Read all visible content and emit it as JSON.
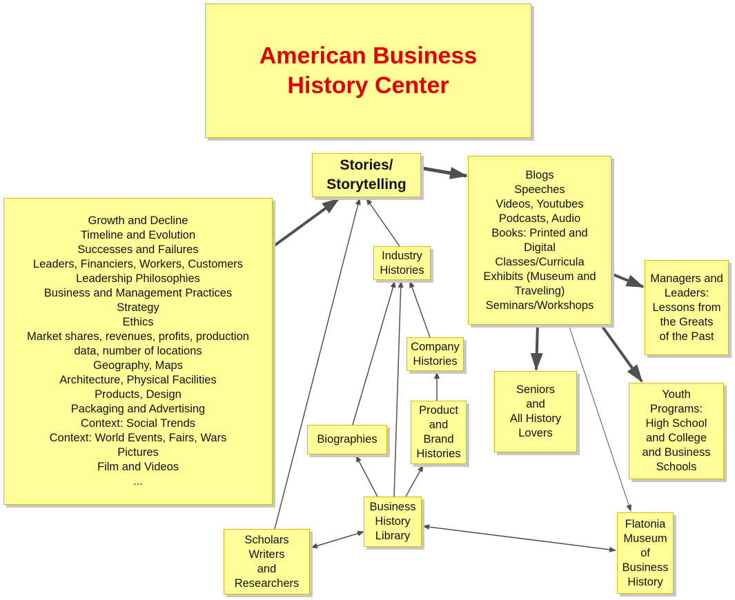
{
  "title": [
    "American Business",
    "History Center"
  ],
  "stories": [
    "Stories/",
    "Storytelling"
  ],
  "topics": [
    "Growth and Decline",
    "Timeline and Evolution",
    "Successes and Failures",
    "Leaders, Financiers, Workers, Customers",
    "Leadership Philosophies",
    "Business and Management Practices",
    "Strategy",
    "Ethics",
    "Market shares, revenues, profits, production",
    "data, number of locations",
    "Geography, Maps",
    "Architecture, Physical Facilities",
    "Products, Design",
    "Packaging and Advertising",
    "Context: Social Trends",
    "Context: World Events, Fairs, Wars",
    "Pictures",
    "Film and Videos",
    "..."
  ],
  "media": [
    "Blogs",
    "Speeches",
    "Videos, Youtubes",
    "Podcasts, Audio",
    "Books: Printed and",
    "Digital",
    "Classes/Curricula",
    "Exhibits (Museum and",
    "Traveling)",
    "Seminars/Workshops"
  ],
  "industry": [
    "Industry",
    "Histories"
  ],
  "company": [
    "Company",
    "Histories"
  ],
  "product": [
    "Product",
    "and",
    "Brand",
    "Histories"
  ],
  "biographies": [
    "Biographies"
  ],
  "library": [
    "Business",
    "History",
    "Library"
  ],
  "scholars": [
    "Scholars",
    "Writers",
    "and",
    "Researchers"
  ],
  "managers": [
    "Managers and",
    "Leaders:",
    "Lessons from",
    "the Greats",
    "of the Past"
  ],
  "seniors": [
    "Seniors",
    "and",
    "All History",
    "Lovers"
  ],
  "youth": [
    "Youth",
    "Programs:",
    "High School",
    "and College",
    "and Business",
    "Schools"
  ],
  "flatonia": [
    "Flatonia",
    "Museum",
    "of",
    "Business",
    "History"
  ],
  "colors": {
    "box_fill": "#ffff99",
    "box_border": "#e2b500",
    "title_text": "#dd0000",
    "arrow": "#505050"
  }
}
